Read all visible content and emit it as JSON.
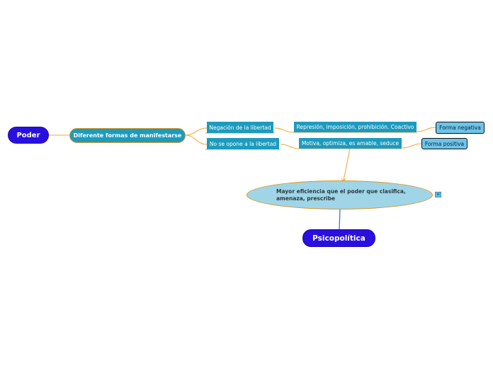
{
  "colors": {
    "root_fill": "#2a10e0",
    "node_fill": "#1d9bbf",
    "leaf_fill": "#6ec4e8",
    "ellipse_fill": "#9fd5e6",
    "connector": "#f0a830",
    "blue_connector": "#3a63d8"
  },
  "nodes": {
    "poder": "Poder",
    "diferentes": "Diferente formas de manifestarse",
    "negacion": "Negación de la libertad",
    "no_opone": "No se opone a la libertad",
    "represion": "Represión, imposición, prohibición. Coactivo",
    "motiva": "Motiva, optimiza, es amable, seduce",
    "forma_negativa": "Forma negativa",
    "forma_positiva": "Forma positiva",
    "mayor_eficiencia": "Mayor eficiencia que el poder que clasifica, amenaza, prescribe",
    "psicopolitica": "Psicopolítica"
  },
  "icons": {
    "note": "note-icon"
  }
}
